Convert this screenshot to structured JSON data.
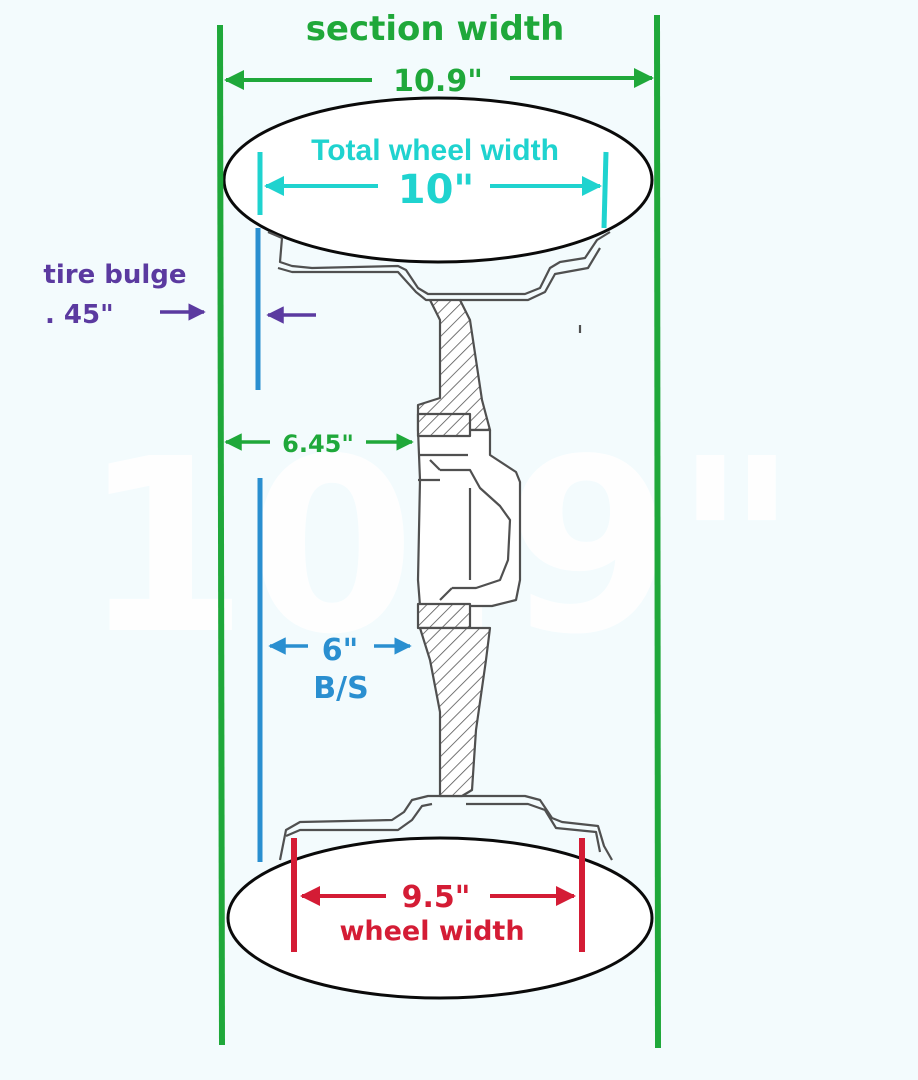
{
  "diagram": {
    "section_width": {
      "title": "section width",
      "value": "10.9\""
    },
    "total_wheel_width": {
      "title": "Total wheel width",
      "value": "10\""
    },
    "tire_bulge": {
      "title": "tire bulge",
      "value": ". 45\""
    },
    "offset_measure": {
      "value": "6.45\""
    },
    "backspacing": {
      "value": "6\"",
      "abbr": "B/S"
    },
    "wheel_width": {
      "value": "9.5\"",
      "title": "wheel width"
    },
    "watermark": "10.9\""
  },
  "colors": {
    "background": "#f3fbfd",
    "section_green": "#1fa83a",
    "total_cyan": "#1fd3cf",
    "bulge_purple": "#5b3aa0",
    "backspace_blue": "#2a8fd0",
    "wheel_red": "#d41c35",
    "drawing_gray": "#505050",
    "ellipse_black": "#0a0a0a"
  }
}
